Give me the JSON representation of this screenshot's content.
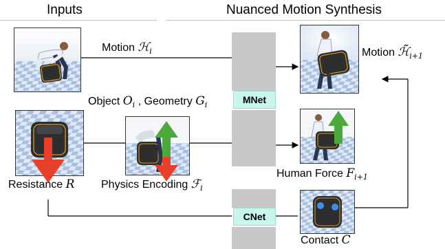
{
  "headers": {
    "left": "Inputs",
    "right": "Nuanced Motion Synthesis"
  },
  "labels": {
    "motion_in_text": "Motion ",
    "motion_in_sym": "ℋ",
    "motion_in_sub": "i",
    "object_text": "Object ",
    "object_sym": "O",
    "object_sub": "i",
    "geometry_text": " , Geometry ",
    "geometry_sym": "G",
    "geometry_sub": "i",
    "resistance_text": "Resistance ",
    "resistance_sym": "R",
    "physics_text": "Physics Encoding ",
    "physics_sym": "ℱ",
    "physics_sub": "i",
    "motion_out_text": "Motion ",
    "motion_out_sym": "ℋ̃",
    "motion_out_sub": "i+1",
    "force_text": "Human Force ",
    "force_sym": "F",
    "force_sub": "i+1",
    "contact_text": "Contact ",
    "contact_sym": "C"
  },
  "networks": {
    "mnet": "MNet",
    "cnet": "CNet"
  },
  "colors": {
    "floor_light": "#dfe9f7",
    "floor_dark": "#a9bfe0",
    "box": "#2e2e2e",
    "box_trim": "#d89a2a",
    "arrow_red": "#e8402a",
    "arrow_green": "#4caa3c",
    "contact_blue": "#3d8df0",
    "mnet_fill": "#c8f5ec"
  },
  "icons": {
    "motion_input": "person-lifting-box",
    "object": "box-with-resistance-arrow",
    "physics": "person-with-force-arrows",
    "motion_output": "person-lifting-box-output",
    "force": "person-with-up-force-arrow",
    "contact": "box-with-contact-points"
  }
}
